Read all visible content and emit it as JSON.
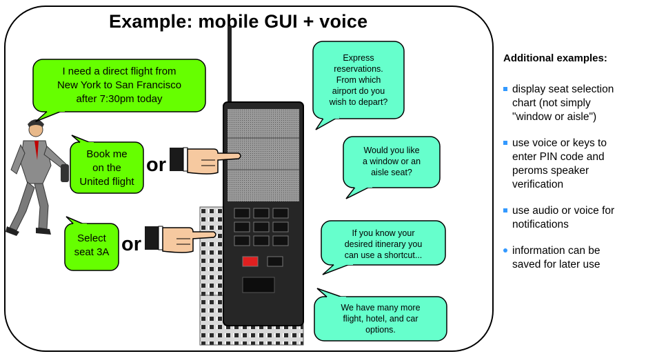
{
  "title": "Example: mobile GUI + voice",
  "user_bubble": [
    "I need a direct flight from",
    "New York to San Francisco",
    "after 7:30pm today"
  ],
  "book_bubble": [
    "Book me",
    "on the",
    "United flight"
  ],
  "select_bubble": [
    "Select",
    "seat 3A"
  ],
  "or_label": "or",
  "system_bubbles": [
    [
      "Express",
      "reservations.",
      "From which",
      "airport do you",
      "wish to depart?"
    ],
    [
      "Would you like",
      "a window or an",
      "aisle seat?"
    ],
    [
      "If you know your",
      "desired itinerary you",
      "can use a shortcut..."
    ],
    [
      "We have many more",
      "flight, hotel, and car",
      "options."
    ]
  ],
  "sidebar": {
    "heading": "Additional examples:",
    "items": [
      [
        "display seat selection",
        "chart (not simply",
        "\"window or aisle\")"
      ],
      [
        "use voice or keys to",
        "enter PIN code and",
        "peroms speaker",
        "verification"
      ],
      [
        "use audio or voice for",
        "notifications"
      ],
      [
        "information can be",
        "saved for later use"
      ]
    ]
  },
  "colors": {
    "user_bubble": "#66ff00",
    "system_bubble": "#66ffcc",
    "bullet": "#3399ff",
    "phone_body": "#2a2a2a",
    "key_red": "#e02020"
  }
}
